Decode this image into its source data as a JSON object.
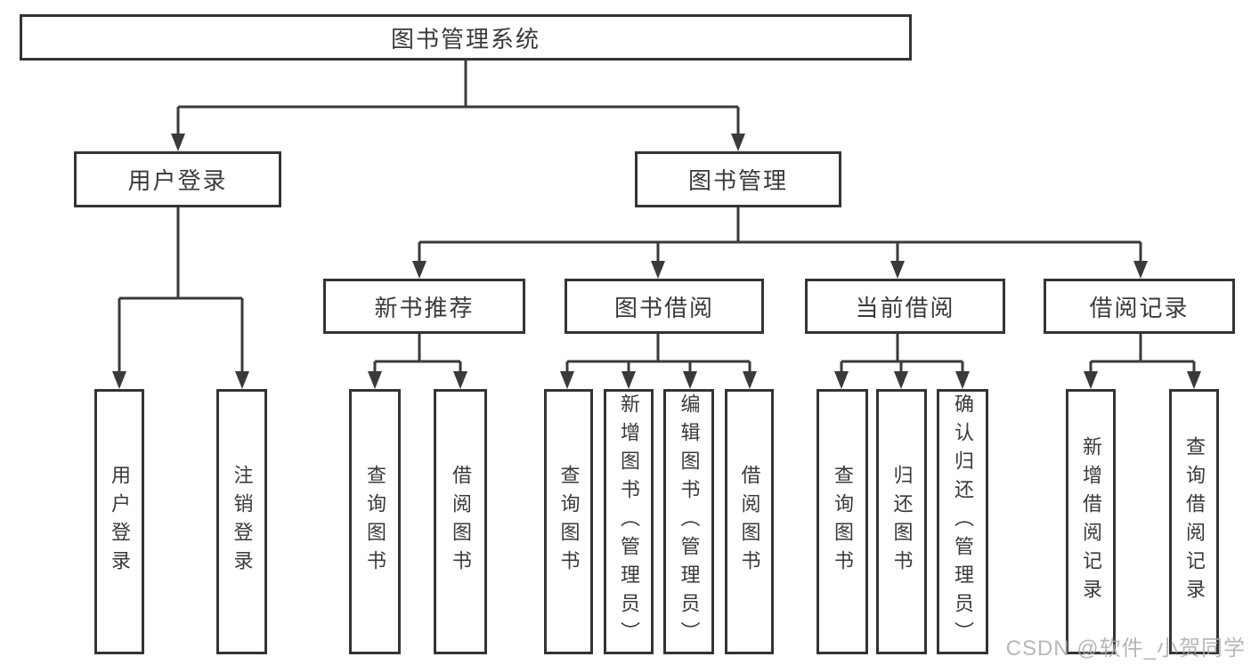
{
  "diagram": {
    "type": "hierarchy-tree",
    "root": {
      "label": "图书管理系统",
      "children": [
        {
          "label": "用户登录",
          "children": [
            {
              "label": "用户登录"
            },
            {
              "label": "注销登录"
            }
          ]
        },
        {
          "label": "图书管理",
          "children": [
            {
              "label": "新书推荐",
              "children": [
                {
                  "label": "查询图书"
                },
                {
                  "label": "借阅图书"
                }
              ]
            },
            {
              "label": "图书借阅",
              "children": [
                {
                  "label": "查询图书"
                },
                {
                  "label": "新增图书（管理员）"
                },
                {
                  "label": "编辑图书（管理员）"
                },
                {
                  "label": "借阅图书"
                }
              ]
            },
            {
              "label": "当前借阅",
              "children": [
                {
                  "label": "查询图书"
                },
                {
                  "label": "归还图书"
                },
                {
                  "label": "确认归还（管理员）"
                }
              ]
            },
            {
              "label": "借阅记录",
              "children": [
                {
                  "label": "新增借阅记录"
                },
                {
                  "label": "查询借阅记录"
                }
              ]
            }
          ]
        }
      ]
    }
  },
  "watermark": {
    "text": "CSDN @软件_小贺同学",
    "color": "#ababab"
  },
  "colors": {
    "background": "#ffffff",
    "box_border": "#343434",
    "box_fill": "#ffffff",
    "text": "#3a3a3a",
    "connector_line": "#3a3a3a"
  }
}
